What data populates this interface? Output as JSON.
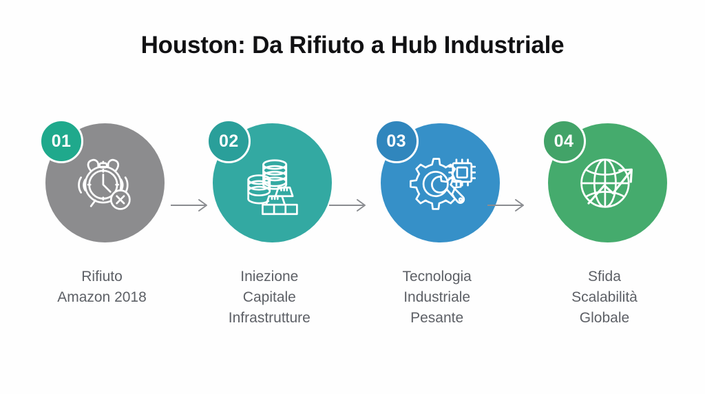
{
  "page": {
    "title": "Houston: Da Rifiuto a Hub Industriale",
    "background_color": "#fefefe",
    "title_color": "#111113",
    "caption_color": "#5d6066",
    "connector_color": "#8a8c90"
  },
  "steps": [
    {
      "number": "01",
      "icon": "alarm-clock-cancel-icon",
      "caption": "Rifiuto\nAmazon 2018",
      "circle_color": "#8c8c8e",
      "badge_color": "#1fa98c"
    },
    {
      "number": "02",
      "icon": "coins-gold-bars-icon",
      "caption": "Iniezione\nCapitale\nInfrastrutture",
      "circle_color": "#33a9a2",
      "badge_color": "#2a9f9a"
    },
    {
      "number": "03",
      "icon": "gear-wrench-chip-icon",
      "caption": "Tecnologia\nIndustriale\nPesante",
      "circle_color": "#3690c8",
      "badge_color": "#3086bd"
    },
    {
      "number": "04",
      "icon": "globe-growth-arrow-icon",
      "caption": "Sfida\nScalabilità\nGlobale",
      "circle_color": "#45ab6d",
      "badge_color": "#42a368"
    }
  ],
  "connectors": [
    {
      "name": "arrow-1-to-2"
    },
    {
      "name": "arrow-2-to-3"
    },
    {
      "name": "arrow-3-to-4"
    }
  ]
}
